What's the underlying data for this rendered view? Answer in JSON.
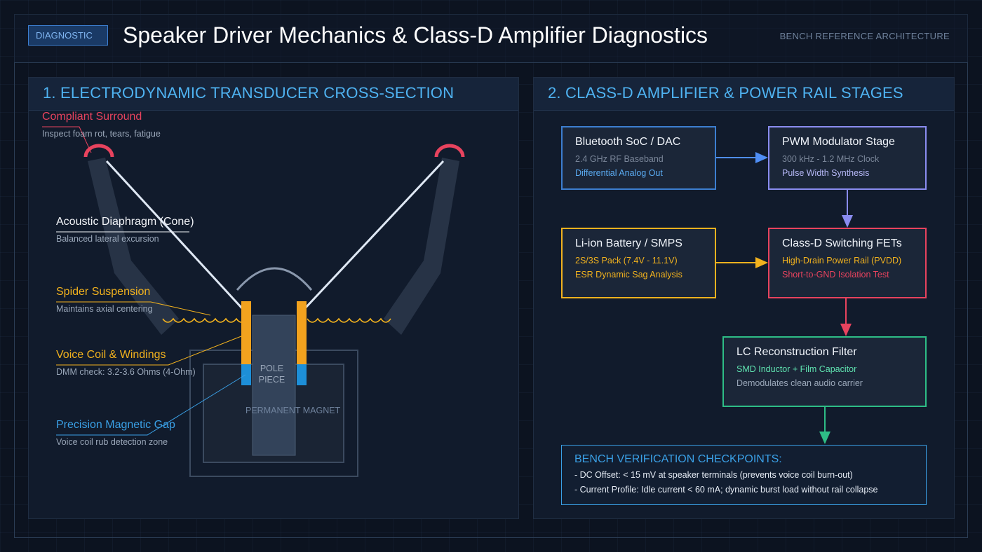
{
  "header": {
    "badge": "DIAGNOSTIC",
    "title": "Speaker Driver Mechanics & Class-D Amplifier Diagnostics",
    "subtitle": "BENCH REFERENCE ARCHITECTURE"
  },
  "left_panel": {
    "title": "1. ELECTRODYNAMIC TRANSDUCER CROSS-SECTION",
    "callouts": [
      {
        "title": "Compliant Surround",
        "desc": "Inspect foam rot, tears, fatigue",
        "color": "#e8435e"
      },
      {
        "title": "Acoustic Diaphragm (Cone)",
        "desc": "Balanced lateral excursion",
        "color": "#f2f4f8"
      },
      {
        "title": "Spider Suspension",
        "desc": "Maintains axial centering",
        "color": "#f2b21e"
      },
      {
        "title": "Voice Coil & Windings",
        "desc": "DMM check: 3.2-3.6 Ohms (4-Ohm)",
        "color": "#f2b21e"
      },
      {
        "title": "Precision Magnetic Gap",
        "desc": "Voice coil rub detection zone",
        "color": "#3aa0e6"
      }
    ],
    "pole_label": [
      "POLE",
      "PIECE"
    ],
    "magnet_label": "PERMANENT MAGNET"
  },
  "right_panel": {
    "title": "2. CLASS-D AMPLIFIER & POWER RAIL STAGES",
    "stages": {
      "soc": {
        "name": "Bluetooth SoC / DAC",
        "line1": "2.4 GHz RF Baseband",
        "line2": "Differential Analog Out",
        "border": "#3c7ed0",
        "c1": "#7a8699",
        "c2": "#5aaaf0"
      },
      "pwm": {
        "name": "PWM Modulator Stage",
        "line1": "300 kHz - 1.2 MHz Clock",
        "line2": "Pulse Width Synthesis",
        "border": "#8a8cf0",
        "c1": "#7a8699",
        "c2": "#b6b8f7"
      },
      "battery": {
        "name": "Li-ion Battery / SMPS",
        "line1": "2S/3S Pack (7.4V - 11.1V)",
        "line2": "ESR Dynamic Sag Analysis",
        "border": "#f2b21e",
        "c1": "#f2b21e",
        "c2": "#f2b21e"
      },
      "fets": {
        "name": "Class-D Switching FETs",
        "line1": "High-Drain Power Rail (PVDD)",
        "line2": "Short-to-GND Isolation Test",
        "border": "#e8435e",
        "c1": "#f2b21e",
        "c2": "#e8435e"
      },
      "filter": {
        "name": "LC Reconstruction Filter",
        "line1": "SMD Inductor + Film Capacitor",
        "line2": "Demodulates clean audio carrier",
        "border": "#2ebd86",
        "c1": "#5fe3b0",
        "c2": "#9aa7b9"
      }
    },
    "checkpoints": {
      "title": "BENCH VERIFICATION CHECKPOINTS:",
      "items": [
        "- DC Offset: < 15 mV at speaker terminals (prevents voice coil burn-out)",
        "- Current Profile: Idle current < 60 mA; dynamic burst load without rail collapse"
      ]
    }
  },
  "colors": {
    "surround": "#e8435e",
    "cone": "#dfe8f4",
    "spider": "#f2b21e",
    "coil": "#f2a21e",
    "gap": "#1d8fd8",
    "frame": "#38465a",
    "arrow_blue": "#4f8ef5",
    "arrow_violet": "#8a8cf0",
    "arrow_amber": "#f2b21e",
    "arrow_red": "#e8435e",
    "arrow_green": "#2ebd86"
  }
}
